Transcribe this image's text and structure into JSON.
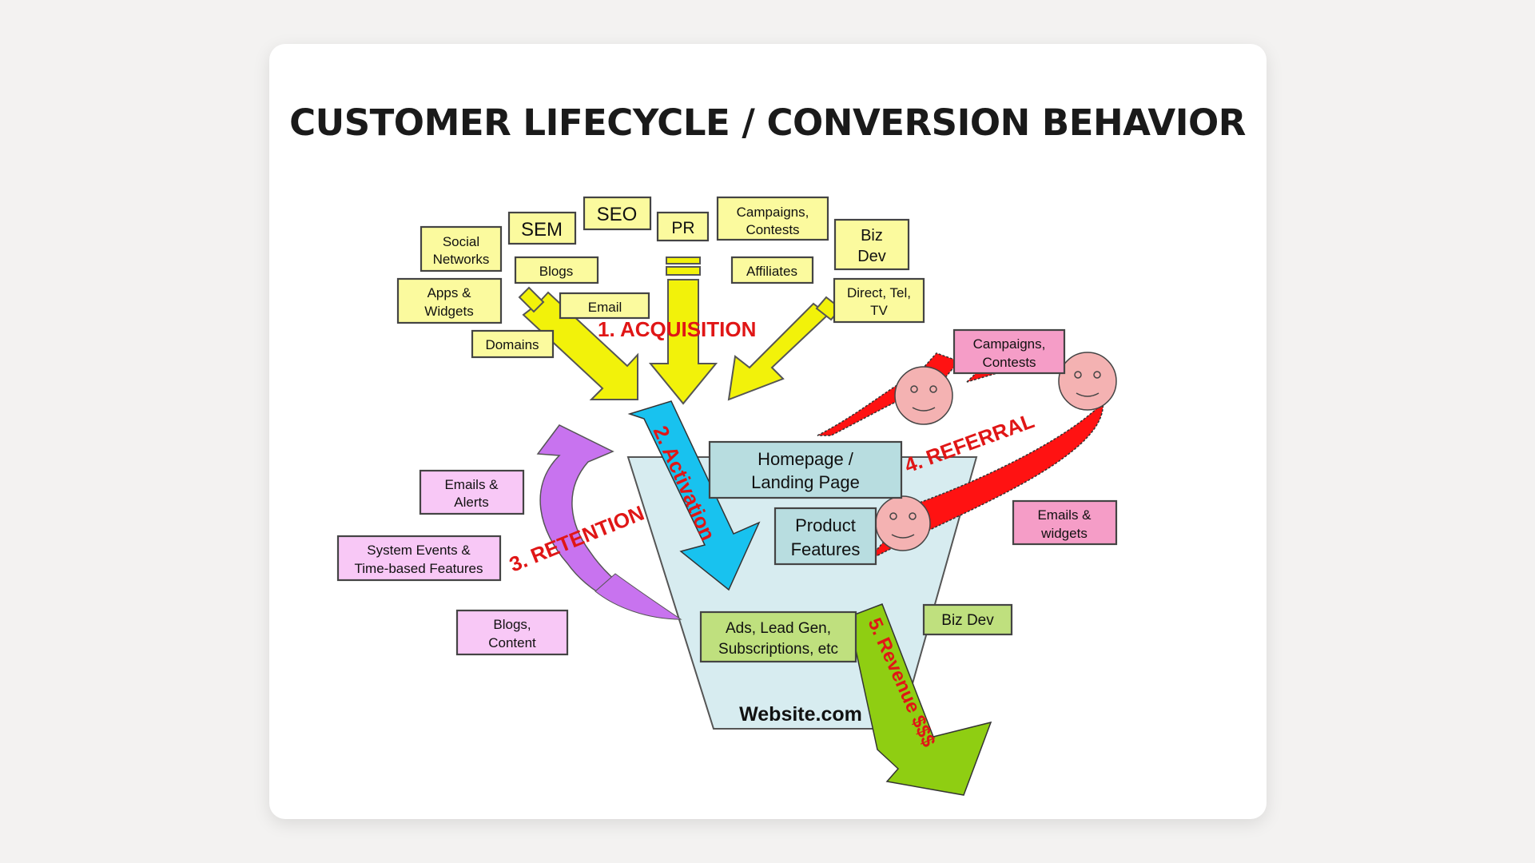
{
  "title": "CUSTOMER LIFECYCLE / CONVERSION BEHAVIOR",
  "colors": {
    "acquisition": "#f2f20a",
    "activation": "#18c2ef",
    "retention": "#c873ef",
    "referral": "#ff1212",
    "revenue": "#8fce12",
    "funnel": "#d7ecf0",
    "stage_label": "#e01616"
  },
  "stages": {
    "acquisition": "1. ACQUISITION",
    "activation": "2. Activation",
    "retention": "3. RETENTION",
    "referral": "4. REFERRAL",
    "revenue": "5. Revenue $$$"
  },
  "acquisition_channels": {
    "social_networks": [
      "Social",
      "Networks"
    ],
    "sem": "SEM",
    "seo": "SEO",
    "pr": "PR",
    "campaigns": [
      "Campaigns,",
      "Contests"
    ],
    "biz_dev": [
      "Biz",
      "Dev"
    ],
    "apps_widgets": [
      "Apps &",
      "Widgets"
    ],
    "blogs": "Blogs",
    "email": "Email",
    "affiliates": "Affiliates",
    "direct_tel_tv": [
      "Direct, Tel,",
      "TV"
    ],
    "domains": "Domains"
  },
  "website": {
    "name": "Website.com",
    "homepage": [
      "Homepage /",
      "Landing Page"
    ],
    "product_features": [
      "Product",
      "Features"
    ],
    "ads": [
      "Ads, Lead Gen,",
      "Subscriptions, etc"
    ]
  },
  "retention_channels": {
    "emails_alerts": [
      "Emails &",
      "Alerts"
    ],
    "system_events": [
      "System Events &",
      "Time-based Features"
    ],
    "blogs_content": [
      "Blogs,",
      "Content"
    ]
  },
  "referral_channels": {
    "campaigns": [
      "Campaigns,",
      "Contests"
    ],
    "emails_widgets": [
      "Emails &",
      "widgets"
    ]
  },
  "revenue_channels": {
    "biz_dev": "Biz Dev"
  }
}
